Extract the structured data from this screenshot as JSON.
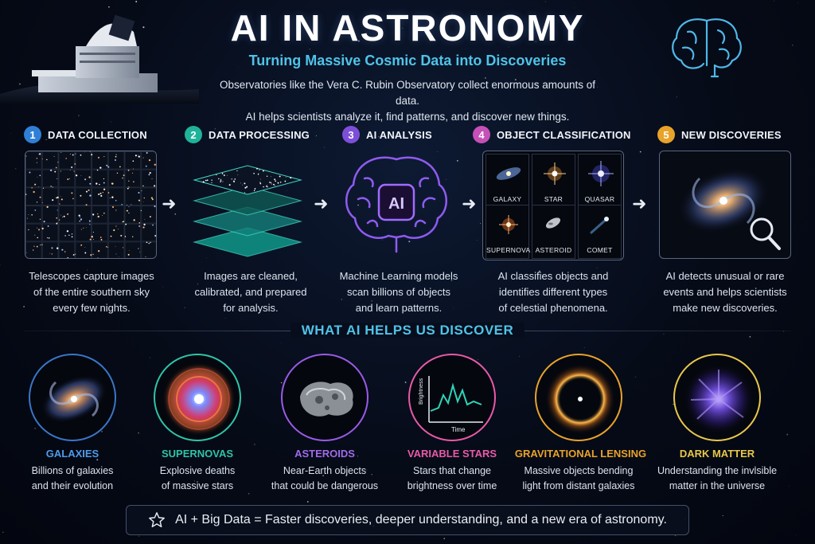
{
  "header": {
    "title": "AI IN ASTRONOMY",
    "subtitle": "Turning Massive Cosmic Data into Discoveries",
    "intro_line1": "Observatories like the Vera C. Rubin Observatory collect enormous amounts of data.",
    "intro_line2": "AI helps scientists analyze it, find patterns, and discover new things."
  },
  "steps": [
    {
      "num": "1",
      "title": "DATA COLLECTION",
      "color": "#2f7fd6",
      "desc1": "Telescopes capture images",
      "desc2": "of the entire southern sky",
      "desc3": "every few nights."
    },
    {
      "num": "2",
      "title": "DATA PROCESSING",
      "color": "#1fb39a",
      "desc1": "Images are cleaned,",
      "desc2": "calibrated, and prepared",
      "desc3": "for analysis."
    },
    {
      "num": "3",
      "title": "AI ANALYSIS",
      "color": "#7d4fd9",
      "center_label": "AI",
      "desc1": "Machine Learning models",
      "desc2": "scan billions of objects",
      "desc3": "and learn patterns."
    },
    {
      "num": "4",
      "title": "OBJECT CLASSIFICATION",
      "color": "#c64fb8",
      "desc1": "AI classifies objects and",
      "desc2": "identifies different types",
      "desc3": "of celestial phenomena."
    },
    {
      "num": "5",
      "title": "NEW DISCOVERIES",
      "color": "#e8a32a",
      "desc1": "AI detects unusual or rare",
      "desc2": "events and helps scientists",
      "desc3": "make new discoveries."
    }
  ],
  "classification": [
    "GALAXY",
    "STAR",
    "QUASAR",
    "SUPERNOVA",
    "ASTEROID",
    "COMET"
  ],
  "discover": {
    "section_title": "WHAT AI HELPS US DISCOVER",
    "items": [
      {
        "title": "GALAXIES",
        "color": "#4f9be8",
        "desc1": "Billions of galaxies",
        "desc2": "and their evolution"
      },
      {
        "title": "SUPERNOVAS",
        "color": "#2fc4a8",
        "desc1": "Explosive deaths",
        "desc2": "of massive stars"
      },
      {
        "title": "ASTEROIDS",
        "color": "#a06be8",
        "desc1": "Near-Earth objects",
        "desc2": "that could be dangerous"
      },
      {
        "title": "VARIABLE STARS",
        "color": "#e85aa8",
        "desc1": "Stars that change",
        "desc2": "brightness over time",
        "axis_y": "Brightness",
        "axis_x": "Time"
      },
      {
        "title": "GRAVITATIONAL LENSING",
        "color": "#e8a32a",
        "desc1": "Massive objects bending",
        "desc2": "light from distant galaxies"
      },
      {
        "title": "DARK MATTER",
        "color": "#e8c84a",
        "desc1": "Understanding the invisible",
        "desc2": "matter in the universe"
      }
    ]
  },
  "footer": {
    "icon": "star-outline-icon",
    "text": "AI + Big Data = Faster discoveries, deeper understanding, and a new era of astronomy."
  }
}
